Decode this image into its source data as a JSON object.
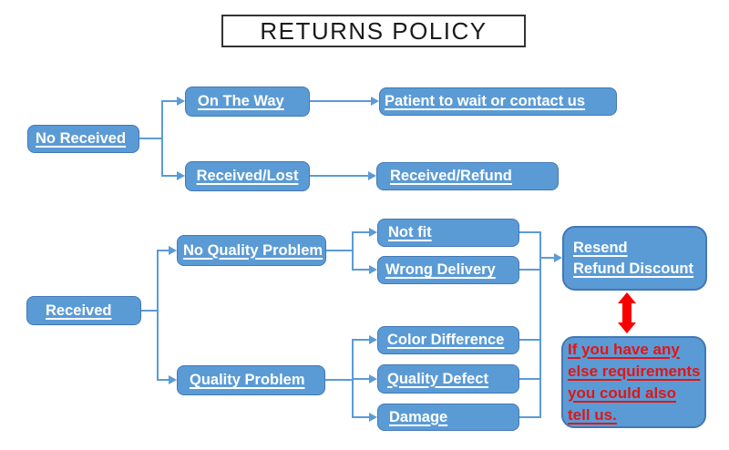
{
  "title": "RETURNS POLICY",
  "colors": {
    "box_fill": "#5B9BD5",
    "box_border": "#4377B6",
    "connector": "#5B9BD5",
    "title_text": "#1A1A1A",
    "title_border": "#333333",
    "note_red": "#E01616",
    "arrow_red": "#F80000"
  },
  "nodes": {
    "no_received": "No Received",
    "on_the_way": "On The Way",
    "patient": "Patient to wait or contact us",
    "received_lost": "Received/Lost",
    "received_refund": "Received/Refund",
    "received": "Received",
    "no_quality_problem": "No Quality Problem",
    "quality_problem": "Quality Problem",
    "not_fit": "Not fit",
    "wrong_delivery": "Wrong Delivery",
    "color_difference": "Color Difference",
    "quality_defect": "Quality Defect",
    "damage": "Damage",
    "resend_line1": "Resend",
    "resend_line2": "Refund Discount",
    "note_lines": [
      "If you have any",
      "else requirements",
      "you could also",
      "tell us."
    ]
  }
}
